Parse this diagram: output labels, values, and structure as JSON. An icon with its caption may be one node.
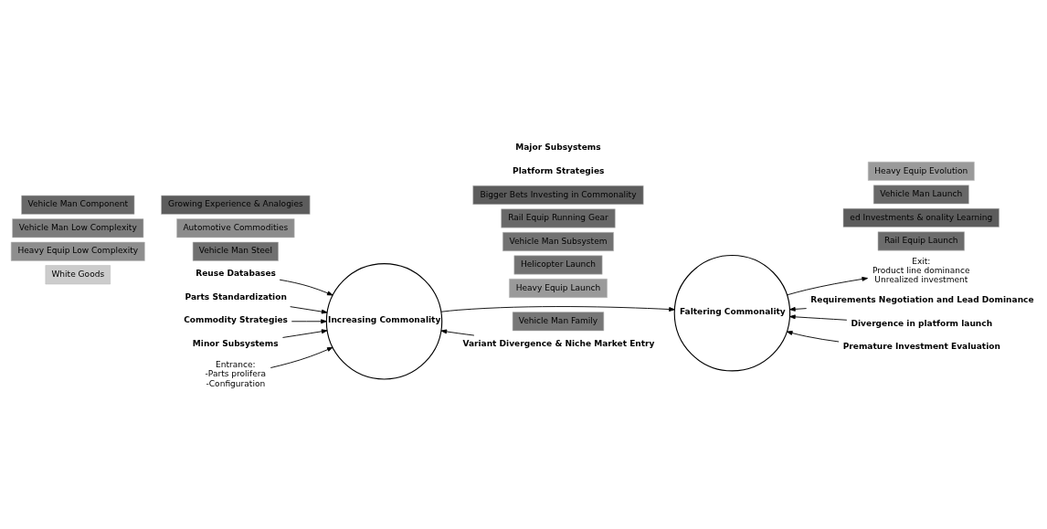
{
  "diagram": {
    "nodes": [
      {
        "text": [
          "Increasing Commonality"
        ]
      },
      {
        "text": [
          "Faltering Commonality"
        ]
      },
      {
        "text": [
          "Reuse Databases"
        ]
      },
      {
        "text": [
          "Parts Standardization"
        ]
      },
      {
        "text": [
          "Commodity Strategies"
        ]
      },
      {
        "text": [
          "Minor Subsystems"
        ]
      },
      {
        "text": [
          "Variant Divergence & Niche Market Entry"
        ]
      },
      {
        "text": [
          "Entrance:",
          "-Parts prolifera",
          "-Configuration"
        ]
      },
      {
        "text": [
          "Exit:",
          "Product line dominance",
          "Unrealized investment"
        ]
      },
      {
        "text": [
          "Requirements Negotiation and Lead Dominance"
        ]
      },
      {
        "text": [
          "Divergence in platform launch"
        ]
      },
      {
        "text": [
          "Premature Investment Evaluation"
        ]
      },
      {
        "text": [
          "White Goods"
        ]
      },
      {
        "text": [
          "Heavy Equip Low Complexity"
        ]
      },
      {
        "text": [
          "Vehicle Man Low Complexity"
        ]
      },
      {
        "text": [
          "Vehicle Man Component"
        ]
      },
      {
        "text": [
          "Vehicle Man Family"
        ]
      },
      {
        "text": [
          "Heavy Equip Launch"
        ]
      },
      {
        "text": [
          "Helicopter Launch"
        ]
      },
      {
        "text": [
          "Rail Equip Launch"
        ]
      },
      {
        "text": [
          "Vehicle Man Subsystem"
        ]
      },
      {
        "text": [
          "Rail Equip Running Gear"
        ]
      },
      {
        "text": [
          "Vehicle Man Steel"
        ]
      },
      {
        "text": [
          "Automotive Commodities"
        ]
      },
      {
        "text": [
          "Growing Experience & Analogies"
        ]
      },
      {
        "text": [
          "Bigger Bets Investing in Commonality"
        ]
      },
      {
        "text": [
          "ed Investments & onality Learning"
        ]
      },
      {
        "text": [
          "Vehicle Man Launch"
        ]
      },
      {
        "text": [
          "Heavy Equip Evolution"
        ]
      }
    ],
    "edges": [
      {
        "from": 2,
        "to": 0,
        "arrow": "to"
      },
      {
        "from": 3,
        "to": 0,
        "arrow": "to"
      },
      {
        "from": 4,
        "to": 0,
        "arrow": "to"
      },
      {
        "from": 5,
        "to": 0,
        "arrow": "to"
      },
      {
        "from": 7,
        "to": 0,
        "arrow": "to"
      },
      {
        "from": 0,
        "to": 1,
        "arrow": "to"
      },
      {
        "from": 6,
        "to": 0,
        "arrow": "to"
      },
      {
        "from": 1,
        "to": 8,
        "arrow": "to"
      },
      {
        "from": 9,
        "to": 1,
        "arrow": "to"
      },
      {
        "from": 10,
        "to": 1,
        "arrow": "to"
      },
      {
        "from": 11,
        "to": 1,
        "arrow": "to"
      }
    ],
    "labels": [
      "Platform Strategies",
      "Major Subsystems"
    ]
  }
}
